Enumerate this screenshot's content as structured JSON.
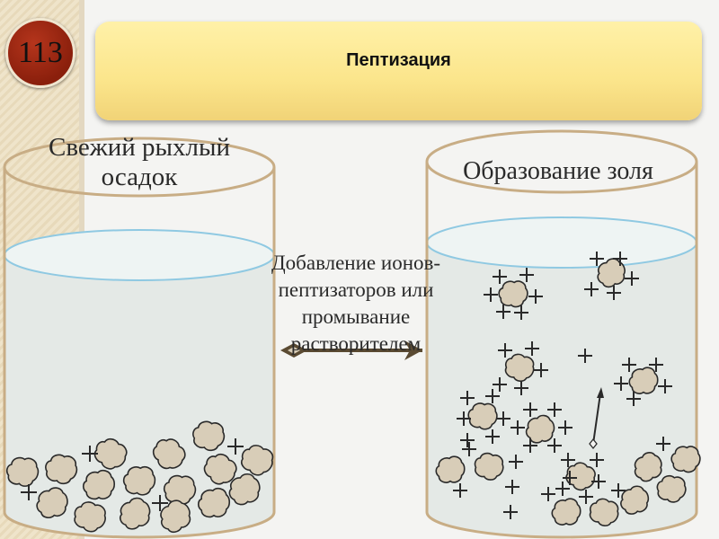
{
  "slide": {
    "number": "113",
    "title": "Пептизация"
  },
  "left_beaker": {
    "label": "Свежий рыхлый осадок"
  },
  "right_beaker": {
    "label": "Образование золя"
  },
  "process": {
    "label": "Добавление ионов-пептизаторов или промывание растворителем"
  },
  "colors": {
    "beaker_outline": "#c8ad85",
    "liquid": "#e4e9e6",
    "liquid_surface": "#8fc9e2",
    "particle_fill": "#d8cdb8",
    "particle_stroke": "#2a2a2a",
    "arrow": "#5a4a32",
    "banner": "#fbe58b"
  },
  "icons": {
    "particle": "flake-particle",
    "charge": "plus-sign"
  }
}
